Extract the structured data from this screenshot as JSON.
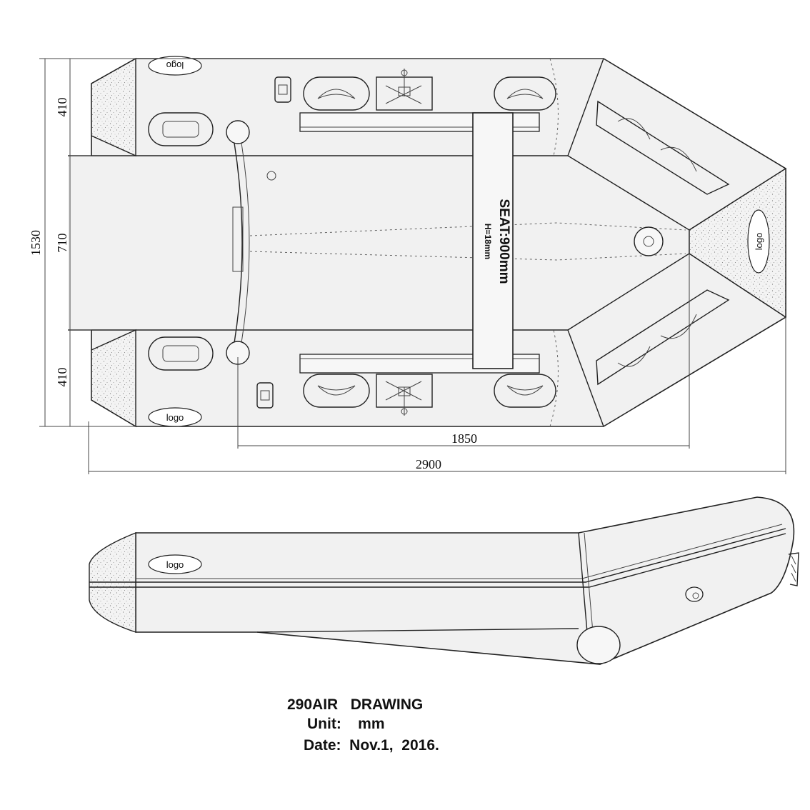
{
  "drawing": {
    "title": "290AIR   DRAWING",
    "unit_line": "Unit:    mm",
    "date_line": "Date:  Nov.1,  2016."
  },
  "dimensions": {
    "overall_width": "1530",
    "tube_width_top": "410",
    "inner_width": "710",
    "tube_width_bottom": "410",
    "inner_length": "1850",
    "overall_length": "2900"
  },
  "seat": {
    "label": "SEAT:900mm",
    "height_label": "H=18mm"
  },
  "logos": {
    "text": "logo"
  },
  "colors": {
    "background": "#ffffff",
    "line": "#222222",
    "hull_fill": "#f1f1f1"
  }
}
